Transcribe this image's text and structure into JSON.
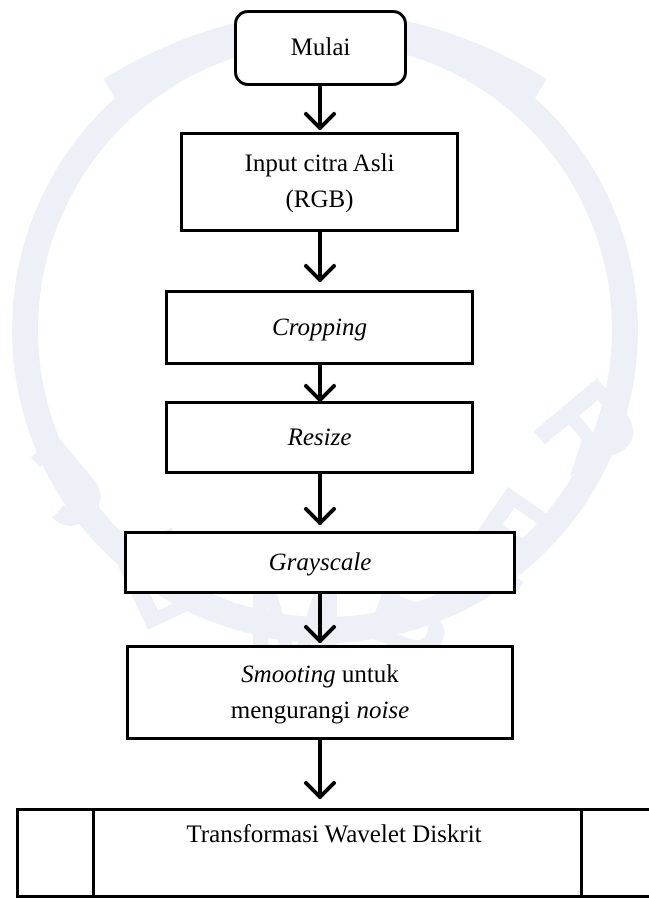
{
  "colors": {
    "stroke": "#000000",
    "fill": "#ffffff",
    "watermark": "#eef0f7"
  },
  "watermark_letters": [
    "J",
    "E",
    "M",
    "B",
    "E",
    "R"
  ],
  "flowchart": {
    "start": "Mulai",
    "input": {
      "line1": "Input citra Asli",
      "line2": "(RGB)"
    },
    "cropping": "Cropping",
    "resize": "Resize",
    "grayscale": "Grayscale",
    "smoothing": {
      "italic": "Smooting",
      "plain": " untuk",
      "line2_plain": "mengurangi ",
      "line2_italic": "noise"
    },
    "dwt": "Transformasi Wavelet Diskrit"
  }
}
